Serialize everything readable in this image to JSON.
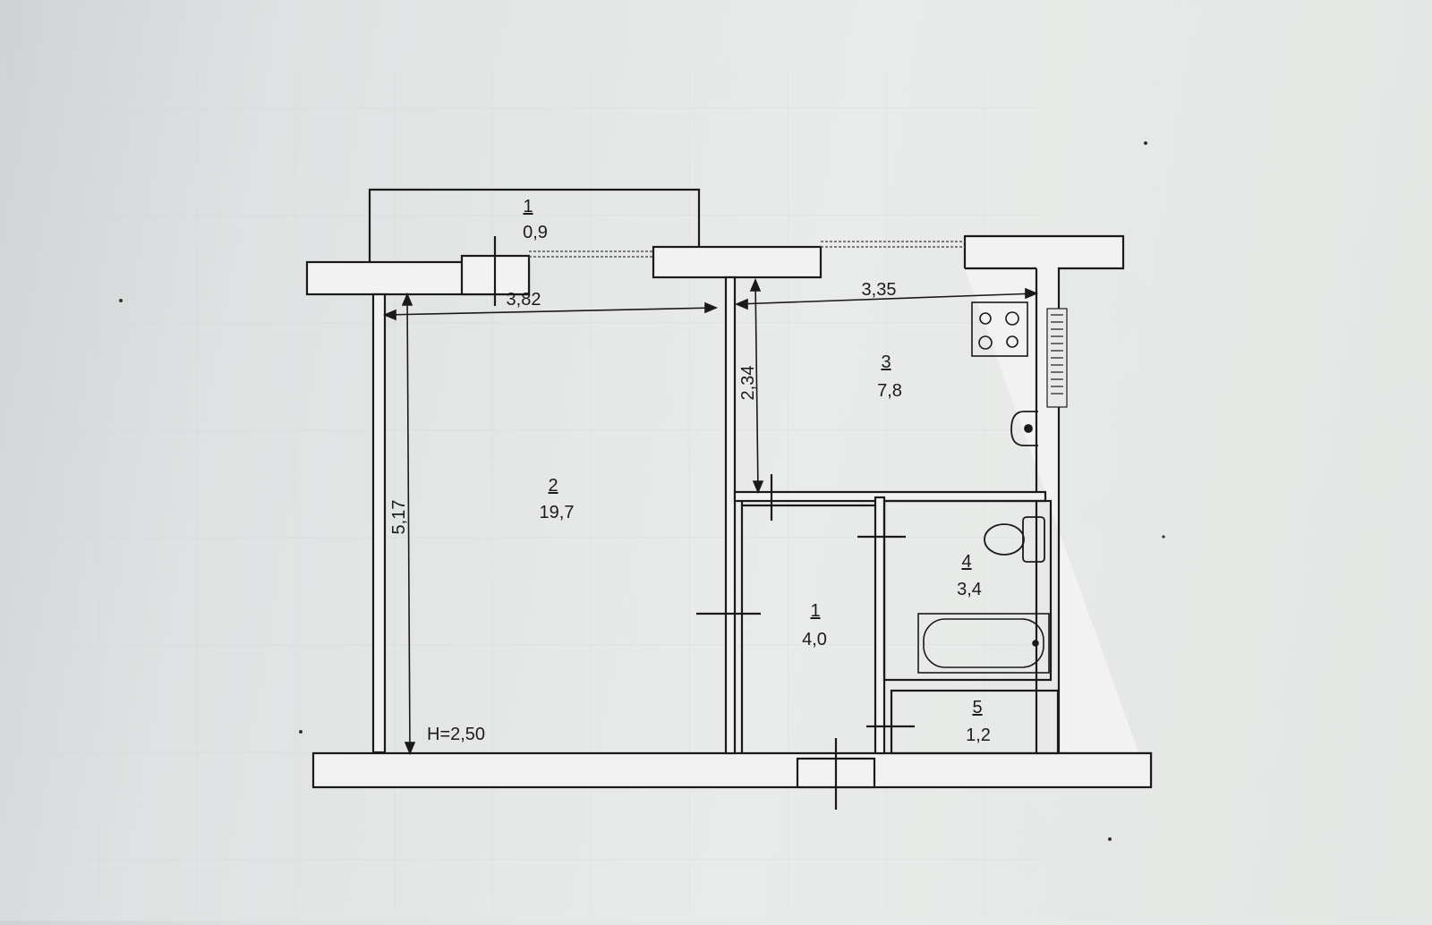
{
  "plan": {
    "rooms": [
      {
        "id": "balcony",
        "number": "1",
        "area": "0,9"
      },
      {
        "id": "living-room",
        "number": "2",
        "area": "19,7"
      },
      {
        "id": "kitchen",
        "number": "3",
        "area": "7,8"
      },
      {
        "id": "hallway",
        "number": "1",
        "area": "4,0"
      },
      {
        "id": "bathroom",
        "number": "4",
        "area": "3,4"
      },
      {
        "id": "storage",
        "number": "5",
        "area": "1,2"
      }
    ],
    "dimensions": {
      "living_width": "3,82",
      "kitchen_width": "3,35",
      "living_length": "5,17",
      "kitchen_length": "2,34"
    },
    "ceiling_height": "H=2,50"
  }
}
